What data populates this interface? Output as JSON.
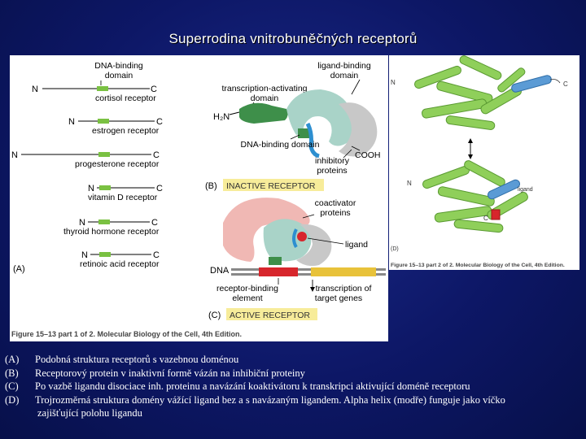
{
  "title": "Superrodina vnitrobuněčných receptorů",
  "panel_a": {
    "domain_label_1": "DNA-binding",
    "domain_label_2": "domain",
    "n": "N",
    "c": "C",
    "receptors": [
      "cortisol receptor",
      "estrogen receptor",
      "progesterone receptor",
      "vitamin D receptor",
      "thyroid hormone receptor",
      "retinoic acid receptor"
    ],
    "panel_label": "(A)",
    "figure_caption": "Figure 15–13 part 1 of 2. Molecular Biology of the Cell, 4th Edition."
  },
  "panel_b": {
    "ligand_binding_1": "ligand-binding",
    "ligand_binding_2": "domain",
    "transcription_activating_1": "transcription-activating",
    "transcription_activating_2": "domain",
    "h2n": "H₂N",
    "dna_binding": "DNA-binding domain",
    "cooh": "COOH",
    "inhibitory_1": "inhibitory",
    "inhibitory_2": "proteins",
    "panel_label": "(B)",
    "state": "INACTIVE RECEPTOR"
  },
  "panel_c": {
    "coactivator_1": "coactivator",
    "coactivator_2": "proteins",
    "ligand": "ligand",
    "dna": "DNA",
    "rbe_1": "receptor-binding",
    "rbe_2": "element",
    "tt_1": "transcription of",
    "tt_2": "target genes",
    "panel_label": "(C)",
    "state": "ACTIVE RECEPTOR"
  },
  "panel_d": {
    "n": "N",
    "c": "C",
    "ligand": "ligand",
    "panel_label": "(D)",
    "figure_caption": "Figure 15–13 part 2 of 2. Molecular Biology of the Cell, 4th Edition."
  },
  "captions": [
    {
      "key": "(A)",
      "text": "Podobná struktura receptorů s vazebnou doménou"
    },
    {
      "key": "(B)",
      "text": " Receptorový protein v inaktivní formě vázán na inhibiční proteiny"
    },
    {
      "key": "(C)",
      "text": "Po vazbě ligandu disociace inh. proteinu a navázání koaktivátoru k transkripci aktivující doméně receptoru"
    },
    {
      "key": "(D)",
      "text": "Trojrozměrná struktura domény vážící ligand  bez a s navázaným ligandem. Alpha helix (modře) funguje jako víčko"
    }
  ],
  "caption_continuation": "zajišťující polohu ligandu",
  "colors": {
    "background": "#0d1766",
    "domain_green": "#7ac142",
    "receptor_teal": "#a9d3c8",
    "inactive_label_bg": "#f7ec9a",
    "ligand_red": "#d7262c",
    "helix_blue": "#5b9bd5"
  }
}
